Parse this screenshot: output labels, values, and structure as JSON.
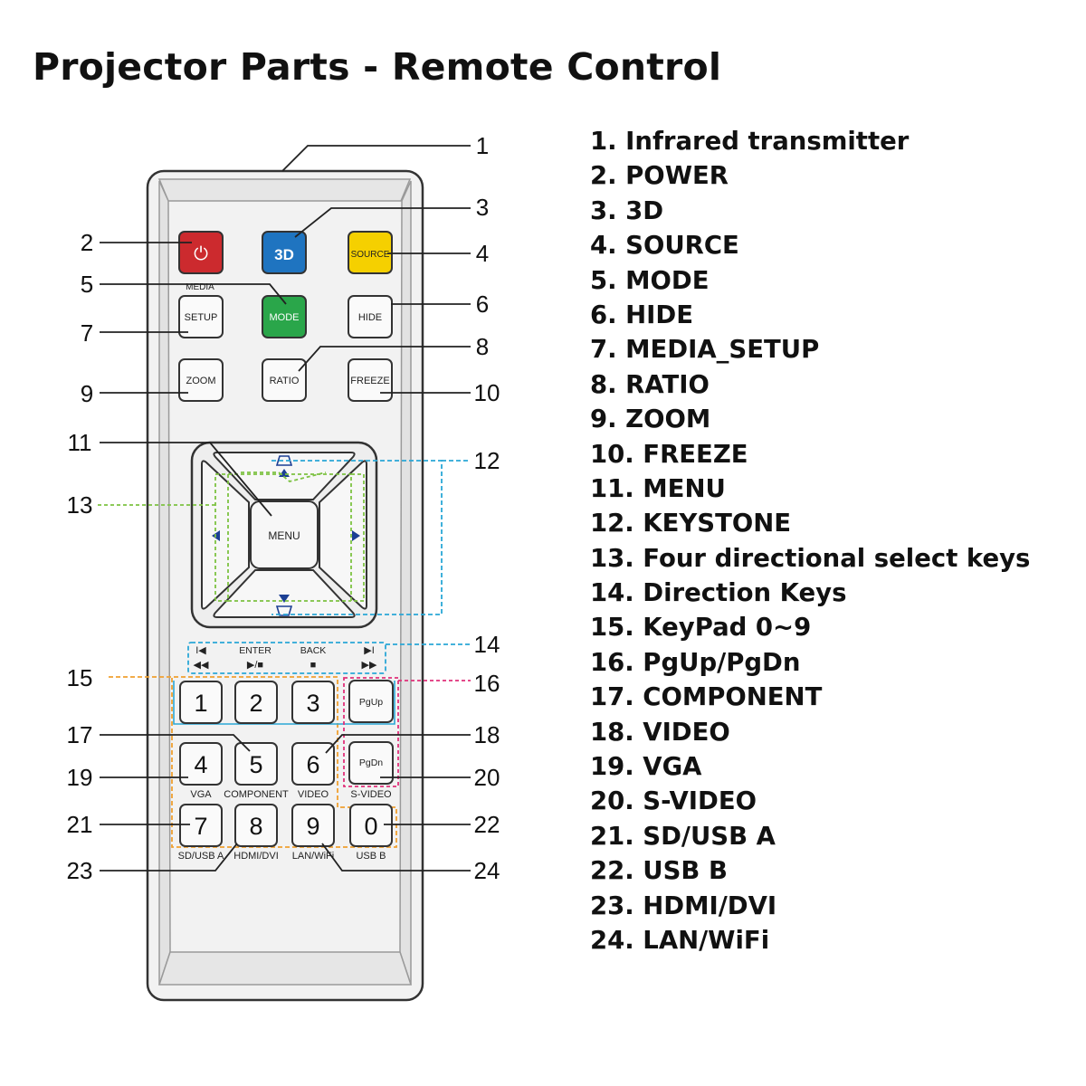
{
  "title": "Projector Parts - Remote Control",
  "remote": {
    "buttons": {
      "power": "⏻",
      "three_d": "3D",
      "source": "SOURCE",
      "media_top": "MEDIA",
      "setup": "SETUP",
      "mode": "MODE",
      "hide": "HIDE",
      "zoom": "ZOOM",
      "ratio": "RATIO",
      "freeze": "FREEZE",
      "menu": "MENU",
      "enter": "ENTER",
      "back": "BACK",
      "pgup": "PgUp",
      "pgdn": "PgDn"
    },
    "media_symbols": {
      "prev": "I◀",
      "rew": "◀◀",
      "play_pause": "▶/■",
      "stop": "■",
      "next": "▶I",
      "ffwd": "▶▶"
    },
    "keypad": [
      {
        "digit": "1",
        "label": ""
      },
      {
        "digit": "2",
        "label": ""
      },
      {
        "digit": "3",
        "label": ""
      },
      {
        "digit": "4",
        "label": "VGA"
      },
      {
        "digit": "5",
        "label": "COMPONENT"
      },
      {
        "digit": "6",
        "label": "VIDEO"
      },
      {
        "digit": "7",
        "label": "SD/USB A"
      },
      {
        "digit": "8",
        "label": "HDMI/DVI"
      },
      {
        "digit": "9",
        "label": "LAN/WiFi"
      },
      {
        "digit": "0",
        "label": "USB B"
      }
    ],
    "svideo_label": "S-VIDEO",
    "callouts": [
      "1",
      "2",
      "3",
      "4",
      "5",
      "6",
      "7",
      "8",
      "9",
      "10",
      "11",
      "12",
      "13",
      "14",
      "15",
      "16",
      "17",
      "18",
      "19",
      "20",
      "21",
      "22",
      "23",
      "24"
    ]
  },
  "colors": {
    "power": "#cc2a2e",
    "three_d": "#1f74c0",
    "source": "#f5d000",
    "mode": "#2aa64a",
    "keystone_dash": "#2aa7d6",
    "direction_dash": "#7dc242",
    "keypad_dash": "#f0a030",
    "pg_dash": "#e0307a",
    "body_fill": "#f2f2f2",
    "body_stroke": "#333333"
  },
  "parts": [
    "1. Infrared transmitter",
    "2. POWER",
    "3. 3D",
    "4. SOURCE",
    "5. MODE",
    "6. HIDE",
    "7. MEDIA_SETUP",
    "8. RATIO",
    "9. ZOOM",
    "10. FREEZE",
    "11. MENU",
    "12. KEYSTONE",
    "13. Four directional select keys",
    "14. Direction Keys",
    "15. KeyPad 0~9",
    "16. PgUp/PgDn",
    "17. COMPONENT",
    "18. VIDEO",
    "19. VGA",
    "20. S-VIDEO",
    "21. SD/USB A",
    "22. USB B",
    "23. HDMI/DVI",
    "24. LAN/WiFi"
  ]
}
